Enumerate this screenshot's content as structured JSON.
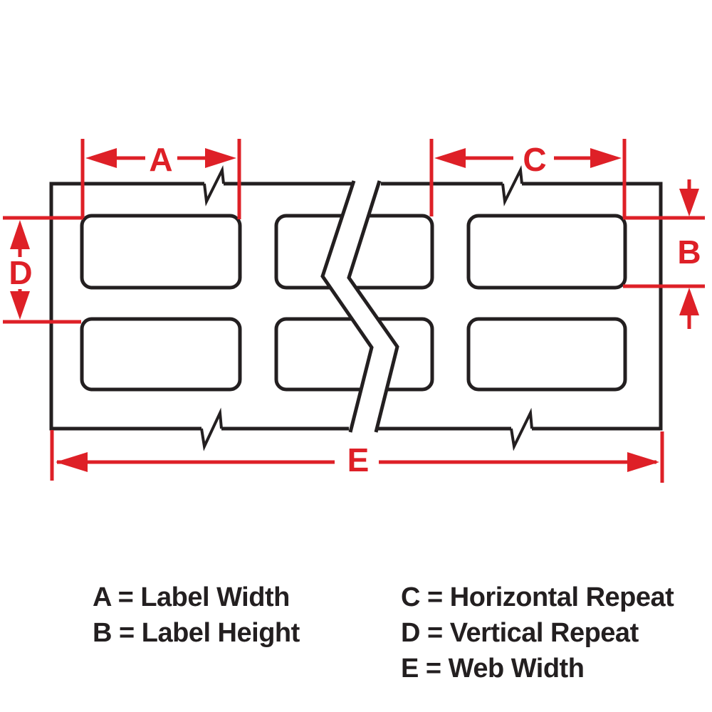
{
  "colors": {
    "red": "#de2027",
    "ink": "#231f20",
    "bg": "#ffffff"
  },
  "markers": {
    "a": "A",
    "b": "B",
    "c": "C",
    "d": "D",
    "e": "E"
  },
  "legend": {
    "left": [
      "A = Label Width",
      "B = Label Height"
    ],
    "right": [
      "C = Horizontal Repeat",
      "D = Vertical Repeat",
      "E = Web Width"
    ]
  }
}
